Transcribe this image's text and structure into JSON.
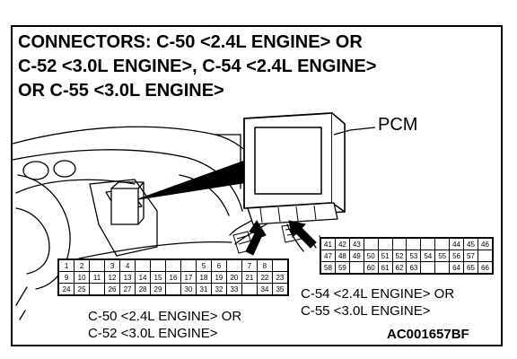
{
  "title_lines": [
    "CONNECTORS:  C-50 <2.4L ENGINE>  OR",
    "C-52 <3.0L ENGINE>, C-54 <2.4L ENGINE>",
    "OR C-55 <3.0L ENGINE>"
  ],
  "pcm_label": "PCM",
  "connector_a": {
    "caption": [
      "C-50 <2.4L ENGINE> OR",
      "C-52 <3.0L ENGINE>"
    ],
    "rows": [
      [
        "1",
        "2",
        "",
        "3",
        "4",
        "",
        "",
        "",
        "",
        "5",
        "6",
        "",
        "7",
        "8"
      ],
      [
        "9",
        "10",
        "11",
        "12",
        "13",
        "14",
        "15",
        "16",
        "17",
        "18",
        "19",
        "20",
        "21",
        "22",
        "23"
      ],
      [
        "24",
        "25",
        "",
        "26",
        "27",
        "28",
        "29",
        "",
        "30",
        "31",
        "32",
        "33",
        "",
        "34",
        "35"
      ]
    ]
  },
  "connector_b": {
    "caption": [
      "C-54 <2.4L ENGINE> OR",
      "C-55 <3.0L ENGINE>"
    ],
    "rows": [
      [
        "41",
        "42",
        "43",
        "",
        "",
        "",
        "",
        "",
        "",
        "44",
        "45",
        "46"
      ],
      [
        "47",
        "48",
        "49",
        "50",
        "51",
        "52",
        "53",
        "54",
        "55",
        "56",
        "57"
      ],
      [
        "58",
        "59",
        "",
        "60",
        "61",
        "62",
        "63",
        "",
        "",
        "64",
        "65",
        "66"
      ]
    ]
  },
  "figure_id": "AC001657BF"
}
